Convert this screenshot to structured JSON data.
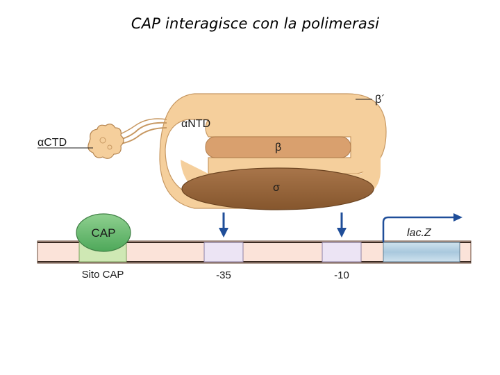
{
  "title": "CAP interagisce con la polimerasi",
  "labels": {
    "beta_prime": "β´",
    "alpha_ntd": "αNTD",
    "alpha_ctd": "αCTD",
    "beta": "β",
    "sigma": "σ",
    "cap": "CAP",
    "lacz": "lac.Z",
    "cap_site": "Sito CAP",
    "minus35": "-35",
    "minus10": "-10"
  },
  "colors": {
    "beta_prime_fill": "#f5cf9c",
    "beta_fill": "#d9a06e",
    "sigma_fill": "#9b6a3c",
    "cap_fill": "#6cbf71",
    "cap_site_fill": "#cfe8b4",
    "promoter_box_fill": "#ece4f4",
    "lacz_fill": "#b6d2e3",
    "dna_fill": "#fbe3d9",
    "arrow": "#1f4e99"
  }
}
